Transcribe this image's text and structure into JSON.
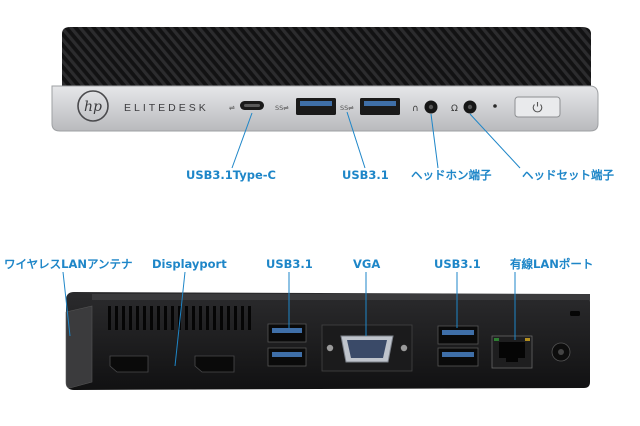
{
  "front": {
    "brand_logo": "hp",
    "model": "ELITEDESK",
    "labels": {
      "usb_c": "USB3.1Type-C",
      "usb": "USB3.1",
      "headphone": "ヘッドホン端子",
      "headset": "ヘッドセット端子"
    }
  },
  "rear": {
    "labels": {
      "wireless_antenna": "ワイヤレスLANアンテナ",
      "displayport": "Displayport",
      "usb_left": "USB3.1",
      "vga": "VGA",
      "usb_right": "USB3.1",
      "lan": "有線LANポート"
    }
  },
  "colors": {
    "label": "#1e86c8",
    "chassis_front": "#c9cacc",
    "chassis_top": "#1c1c1d",
    "chassis_rear": "#1a1a1b"
  }
}
